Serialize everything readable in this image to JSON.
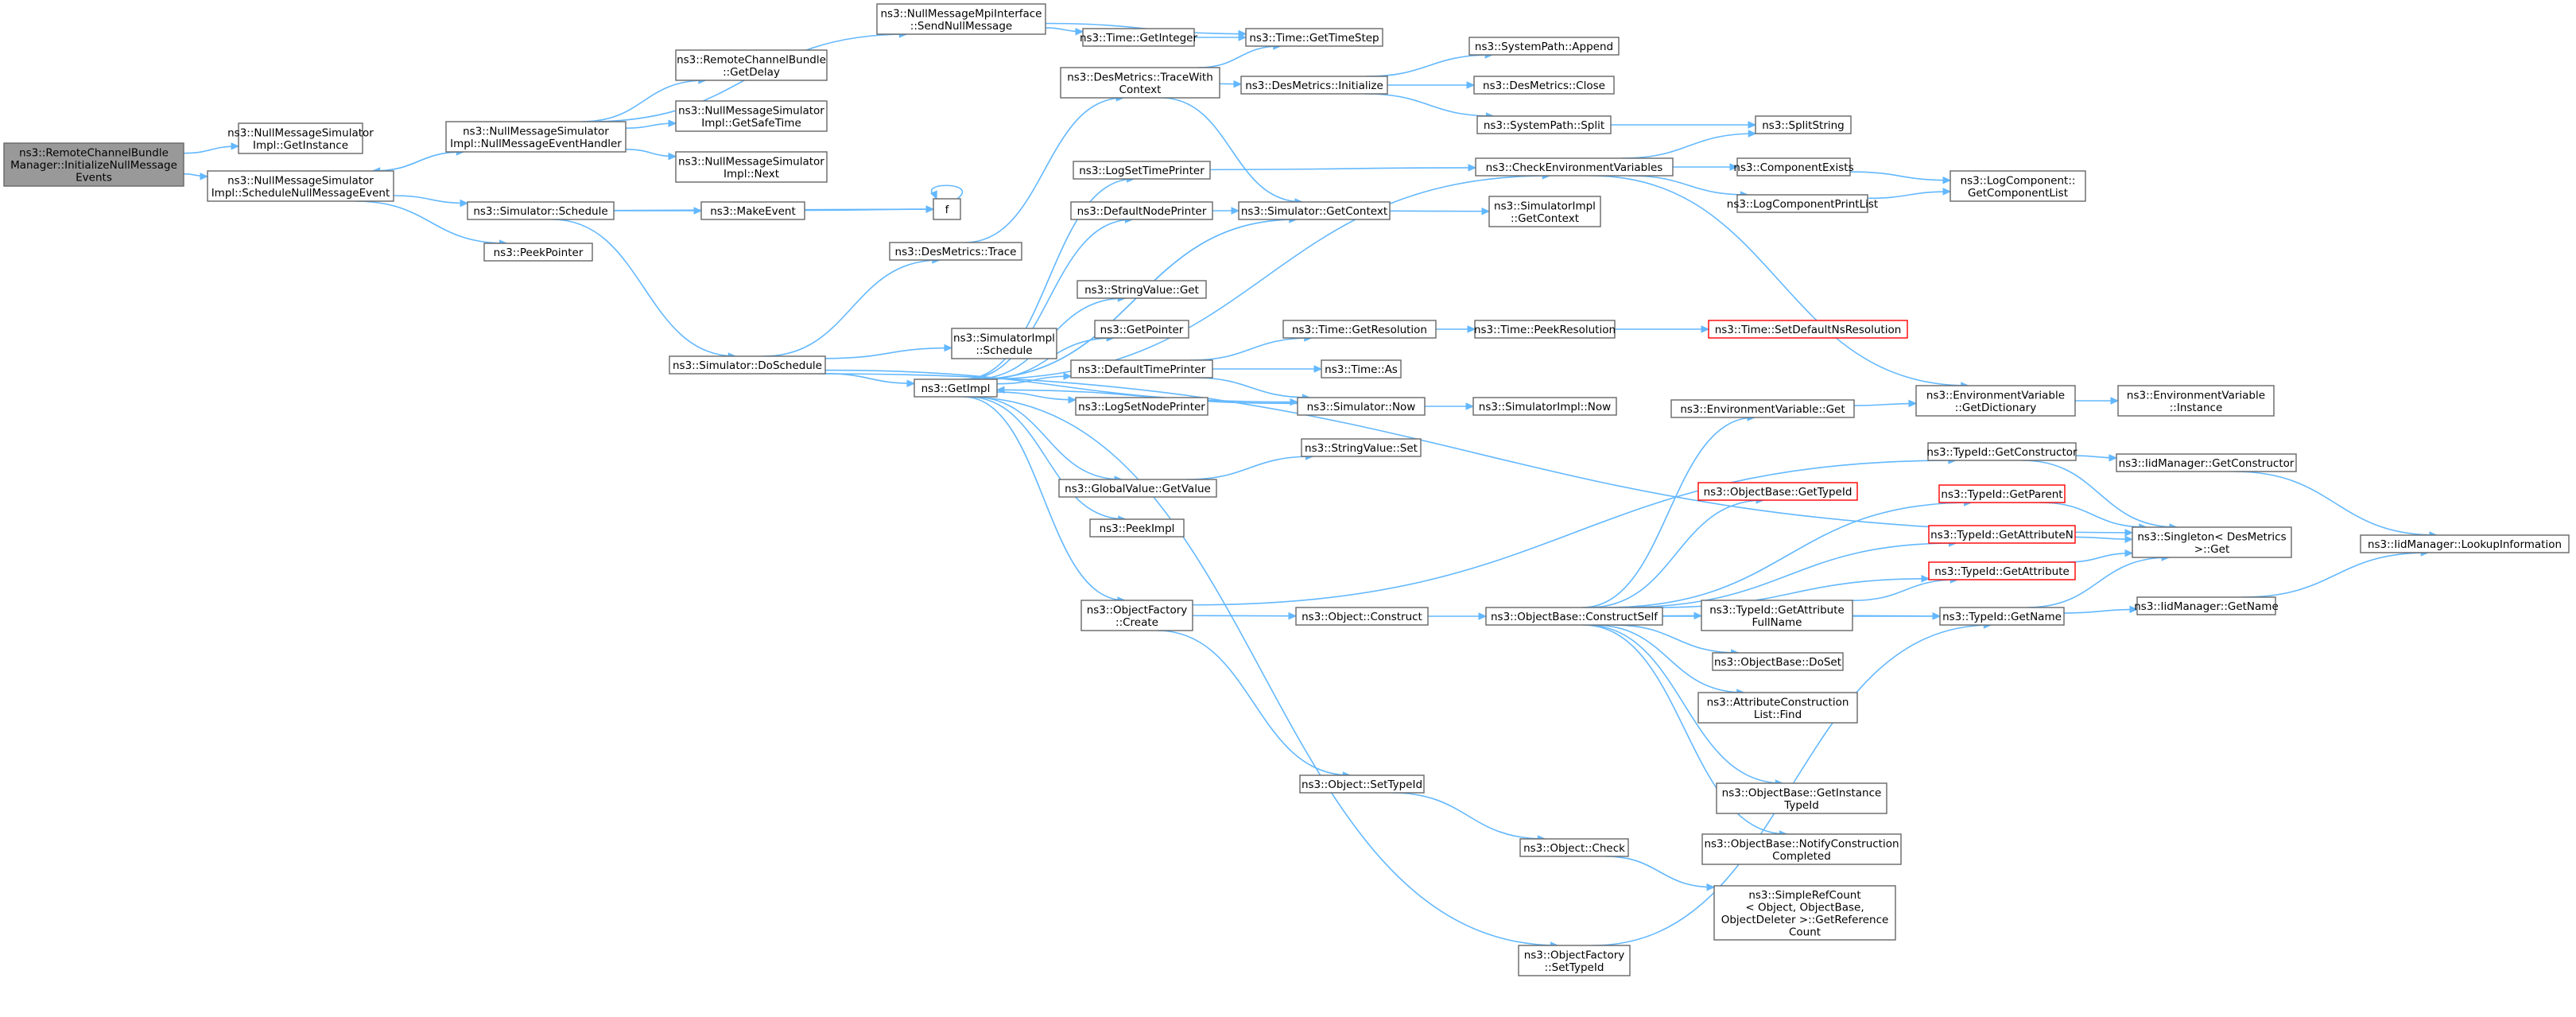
{
  "nodes": {
    "root": "ns3::RemoteChannelBundle\nManager::InitializeNullMessage\nEvents",
    "nmsGetInstance": "ns3::NullMessageSimulator\nImpl::GetInstance",
    "nmsSchedNull": "ns3::NullMessageSimulator\nImpl::ScheduleNullMessageEvent",
    "nmsHandler": "ns3::NullMessageSimulator\nImpl::NullMessageEventHandler",
    "simSchedule": "ns3::Simulator::Schedule",
    "peekPointer": "ns3::PeekPointer",
    "sendNull": "ns3::NullMessageMpiInterface\n::SendNullMessage",
    "rcbGetDelay": "ns3::RemoteChannelBundle\n::GetDelay",
    "nmsSafeTime": "ns3::NullMessageSimulator\nImpl::GetSafeTime",
    "nmsNext": "ns3::NullMessageSimulator\nImpl::Next",
    "makeEvent": "ns3::MakeEvent",
    "f": "f",
    "doSchedule": "ns3::Simulator::DoSchedule",
    "timeGetInteger": "ns3::Time::GetInteger",
    "timeGetTimeStep": "ns3::Time::GetTimeStep",
    "dmTraceWith": "ns3::DesMetrics::TraceWith\nContext",
    "dmInitialize": "ns3::DesMetrics::Initialize",
    "spAppend": "ns3::SystemPath::Append",
    "dmClose": "ns3::DesMetrics::Close",
    "spSplit": "ns3::SystemPath::Split",
    "splitString": "ns3::SplitString",
    "logSetTime": "ns3::LogSetTimePrinter",
    "checkEnv": "ns3::CheckEnvironmentVariables",
    "compExists": "ns3::ComponentExists",
    "logCompGetList": "ns3::LogComponent::\nGetComponentList",
    "logCompPrintList": "ns3::LogComponentPrintList",
    "defaultNodePrinter": "ns3::DefaultNodePrinter",
    "simGetContext": "ns3::Simulator::GetContext",
    "simImplGetContext": "ns3::SimulatorImpl\n::GetContext",
    "dmTrace": "ns3::DesMetrics::Trace",
    "strValGet": "ns3::StringValue::Get",
    "getPointer": "ns3::GetPointer",
    "simImplSchedule": "ns3::SimulatorImpl\n::Schedule",
    "getImpl": "ns3::GetImpl",
    "defaultTimePrinter": "ns3::DefaultTimePrinter",
    "timeGetRes": "ns3::Time::GetResolution",
    "timePeekRes": "ns3::Time::PeekResolution",
    "timeSetDefault": "ns3::Time::SetDefaultNsResolution",
    "timeAs": "ns3::Time::As",
    "logSetNode": "ns3::LogSetNodePrinter",
    "simNow": "ns3::Simulator::Now",
    "simImplNow": "ns3::SimulatorImpl::Now",
    "envVarGetDict": "ns3::EnvironmentVariable\n::GetDictionary",
    "envVarInstance": "ns3::EnvironmentVariable\n::Instance",
    "envVarGet": "ns3::EnvironmentVariable::Get",
    "typeIdGetCtor": "ns3::TypeId::GetConstructor",
    "iidGetCtor": "ns3::IidManager::GetConstructor",
    "strValSet": "ns3::StringValue::Set",
    "globalGetValue": "ns3::GlobalValue::GetValue",
    "objBaseGetTypeId": "ns3::ObjectBase::GetTypeId",
    "typeIdGetParent": "ns3::TypeId::GetParent",
    "peekImpl": "ns3::PeekImpl",
    "singletonGet": "ns3::Singleton< DesMetrics\n>::Get",
    "iidLookup": "ns3::IidManager::LookupInformation",
    "typeIdGetAttrN": "ns3::TypeId::GetAttributeN",
    "typeIdGetAttr": "ns3::TypeId::GetAttribute",
    "objFactoryCreate": "ns3::ObjectFactory\n::Create",
    "objConstruct": "ns3::Object::Construct",
    "objBaseConstructSelf": "ns3::ObjectBase::ConstructSelf",
    "typeIdGetAttrFull": "ns3::TypeId::GetAttribute\nFullName",
    "typeIdGetName": "ns3::TypeId::GetName",
    "iidGetName": "ns3::IidManager::GetName",
    "objBaseDoSet": "ns3::ObjectBase::DoSet",
    "attrConstFind": "ns3::AttributeConstruction\nList::Find",
    "objBaseGetInstTid": "ns3::ObjectBase::GetInstance\nTypeId",
    "objSetTypeId": "ns3::Object::SetTypeId",
    "objCheck": "ns3::Object::Check",
    "objBaseNotify": "ns3::ObjectBase::NotifyConstruction\nCompleted",
    "simpleRefCount": "ns3::SimpleRefCount\n< Object, ObjectBase,\nObjectDeleter >::GetReference\nCount",
    "objFactorySetTid": "ns3::ObjectFactory\n::SetTypeId"
  },
  "red_nodes": [
    "timeSetDefault",
    "objBaseGetTypeId",
    "typeIdGetParent",
    "typeIdGetAttrN",
    "typeIdGetAttr"
  ],
  "edges": [
    [
      "root",
      "nmsGetInstance"
    ],
    [
      "root",
      "nmsSchedNull"
    ],
    [
      "nmsSchedNull",
      "nmsHandler"
    ],
    [
      "nmsSchedNull",
      "simSchedule"
    ],
    [
      "nmsSchedNull",
      "peekPointer"
    ],
    [
      "nmsHandler",
      "nmsSchedNull"
    ],
    [
      "nmsHandler",
      "sendNull"
    ],
    [
      "nmsHandler",
      "rcbGetDelay"
    ],
    [
      "nmsHandler",
      "nmsSafeTime"
    ],
    [
      "nmsHandler",
      "nmsNext"
    ],
    [
      "sendNull",
      "timeGetInteger"
    ],
    [
      "sendNull",
      "timeGetTimeStep"
    ],
    [
      "timeGetInteger",
      "timeGetTimeStep"
    ],
    [
      "simSchedule",
      "makeEvent"
    ],
    [
      "simSchedule",
      "f"
    ],
    [
      "simSchedule",
      "doSchedule"
    ],
    [
      "makeEvent",
      "f"
    ],
    [
      "f",
      "f"
    ],
    [
      "doSchedule",
      "dmTrace"
    ],
    [
      "doSchedule",
      "simImplSchedule"
    ],
    [
      "doSchedule",
      "getImpl"
    ],
    [
      "doSchedule",
      "simNow"
    ],
    [
      "doSchedule",
      "singletonGet"
    ],
    [
      "dmTrace",
      "dmTraceWith"
    ],
    [
      "dmTraceWith",
      "timeGetTimeStep"
    ],
    [
      "dmTraceWith",
      "dmInitialize"
    ],
    [
      "dmTraceWith",
      "simGetContext"
    ],
    [
      "dmInitialize",
      "spAppend"
    ],
    [
      "dmInitialize",
      "dmClose"
    ],
    [
      "dmInitialize",
      "spSplit"
    ],
    [
      "spSplit",
      "splitString"
    ],
    [
      "getImpl",
      "logSetTime"
    ],
    [
      "getImpl",
      "defaultNodePrinter"
    ],
    [
      "getImpl",
      "strValGet"
    ],
    [
      "getImpl",
      "getPointer"
    ],
    [
      "getImpl",
      "defaultTimePrinter"
    ],
    [
      "getImpl",
      "logSetNode"
    ],
    [
      "getImpl",
      "globalGetValue"
    ],
    [
      "getImpl",
      "peekImpl"
    ],
    [
      "getImpl",
      "objFactoryCreate"
    ],
    [
      "getImpl",
      "objFactorySetTid"
    ],
    [
      "getImpl",
      "simGetContext"
    ],
    [
      "getImpl",
      "checkEnv"
    ],
    [
      "logSetTime",
      "checkEnv"
    ],
    [
      "checkEnv",
      "splitString"
    ],
    [
      "checkEnv",
      "compExists"
    ],
    [
      "checkEnv",
      "logCompPrintList"
    ],
    [
      "checkEnv",
      "envVarGetDict"
    ],
    [
      "compExists",
      "logCompGetList"
    ],
    [
      "logCompPrintList",
      "logCompGetList"
    ],
    [
      "defaultNodePrinter",
      "simGetContext"
    ],
    [
      "simGetContext",
      "simImplGetContext"
    ],
    [
      "simGetContext",
      "getImpl"
    ],
    [
      "defaultTimePrinter",
      "timeGetRes"
    ],
    [
      "defaultTimePrinter",
      "timeAs"
    ],
    [
      "defaultTimePrinter",
      "simNow"
    ],
    [
      "timeGetRes",
      "timePeekRes"
    ],
    [
      "timePeekRes",
      "timeSetDefault"
    ],
    [
      "simNow",
      "simImplNow"
    ],
    [
      "simNow",
      "getImpl"
    ],
    [
      "globalGetValue",
      "strValSet"
    ],
    [
      "envVarGetDict",
      "envVarInstance"
    ],
    [
      "envVarGet",
      "envVarGetDict"
    ],
    [
      "typeIdGetCtor",
      "iidGetCtor"
    ],
    [
      "typeIdGetCtor",
      "singletonGet"
    ],
    [
      "iidGetCtor",
      "iidLookup"
    ],
    [
      "objFactoryCreate",
      "objConstruct"
    ],
    [
      "objFactoryCreate",
      "objSetTypeId"
    ],
    [
      "objFactoryCreate",
      "typeIdGetCtor"
    ],
    [
      "objConstruct",
      "objBaseConstructSelf"
    ],
    [
      "objBaseConstructSelf",
      "envVarGet"
    ],
    [
      "objBaseConstructSelf",
      "objBaseGetTypeId"
    ],
    [
      "objBaseConstructSelf",
      "typeIdGetParent"
    ],
    [
      "objBaseConstructSelf",
      "typeIdGetAttrN"
    ],
    [
      "objBaseConstructSelf",
      "typeIdGetAttr"
    ],
    [
      "objBaseConstructSelf",
      "typeIdGetAttrFull"
    ],
    [
      "objBaseConstructSelf",
      "typeIdGetName"
    ],
    [
      "objBaseConstructSelf",
      "objBaseDoSet"
    ],
    [
      "objBaseConstructSelf",
      "attrConstFind"
    ],
    [
      "objBaseConstructSelf",
      "objBaseGetInstTid"
    ],
    [
      "objBaseConstructSelf",
      "objBaseNotify"
    ],
    [
      "typeIdGetParent",
      "singletonGet"
    ],
    [
      "typeIdGetAttrN",
      "singletonGet"
    ],
    [
      "typeIdGetAttr",
      "singletonGet"
    ],
    [
      "typeIdGetAttrFull",
      "typeIdGetAttr"
    ],
    [
      "typeIdGetAttrFull",
      "typeIdGetName"
    ],
    [
      "typeIdGetName",
      "iidGetName"
    ],
    [
      "typeIdGetName",
      "singletonGet"
    ],
    [
      "iidGetName",
      "iidLookup"
    ],
    [
      "objSetTypeId",
      "objCheck"
    ],
    [
      "objCheck",
      "simpleRefCount"
    ],
    [
      "objFactorySetTid",
      "typeIdGetName"
    ]
  ]
}
